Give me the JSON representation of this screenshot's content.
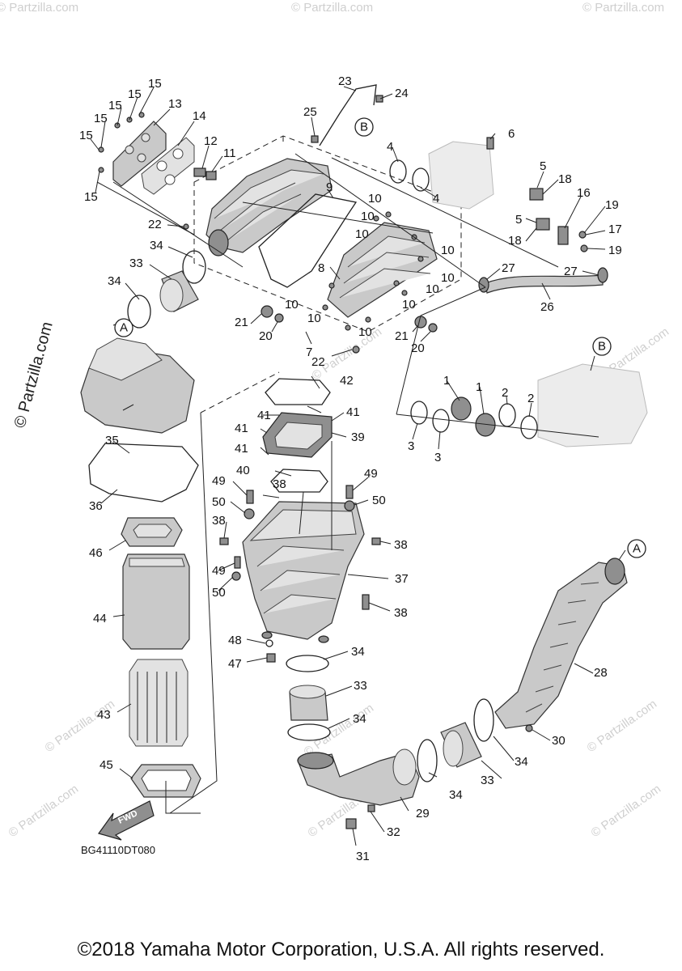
{
  "watermark": "© Partzilla.com",
  "copyright": "©2018 Yamaha Motor Corporation, U.S.A. All rights reserved.",
  "diagram_code": "BG41110DT080",
  "fwd_label": "FWD",
  "ref_markers": {
    "a": "A",
    "b": "B"
  },
  "callouts": {
    "c1": "1",
    "c2": "2",
    "c3": "3",
    "c4": "4",
    "c5": "5",
    "c6": "6",
    "c7": "7",
    "c8": "8",
    "c9": "9",
    "c10": "10",
    "c11": "11",
    "c12": "12",
    "c13": "13",
    "c14": "14",
    "c15": "15",
    "c16": "16",
    "c17": "17",
    "c18": "18",
    "c19": "19",
    "c20": "20",
    "c21": "21",
    "c22": "22",
    "c23": "23",
    "c24": "24",
    "c25": "25",
    "c26": "26",
    "c27": "27",
    "c28": "28",
    "c29": "29",
    "c30": "30",
    "c31": "31",
    "c32": "32",
    "c33": "33",
    "c34": "34",
    "c35": "35",
    "c36": "36",
    "c37": "37",
    "c38": "38",
    "c39": "39",
    "c40": "40",
    "c41": "41",
    "c42": "42",
    "c43": "43",
    "c44": "44",
    "c45": "45",
    "c46": "46",
    "c47": "47",
    "c48": "48",
    "c49": "49",
    "c50": "50"
  }
}
